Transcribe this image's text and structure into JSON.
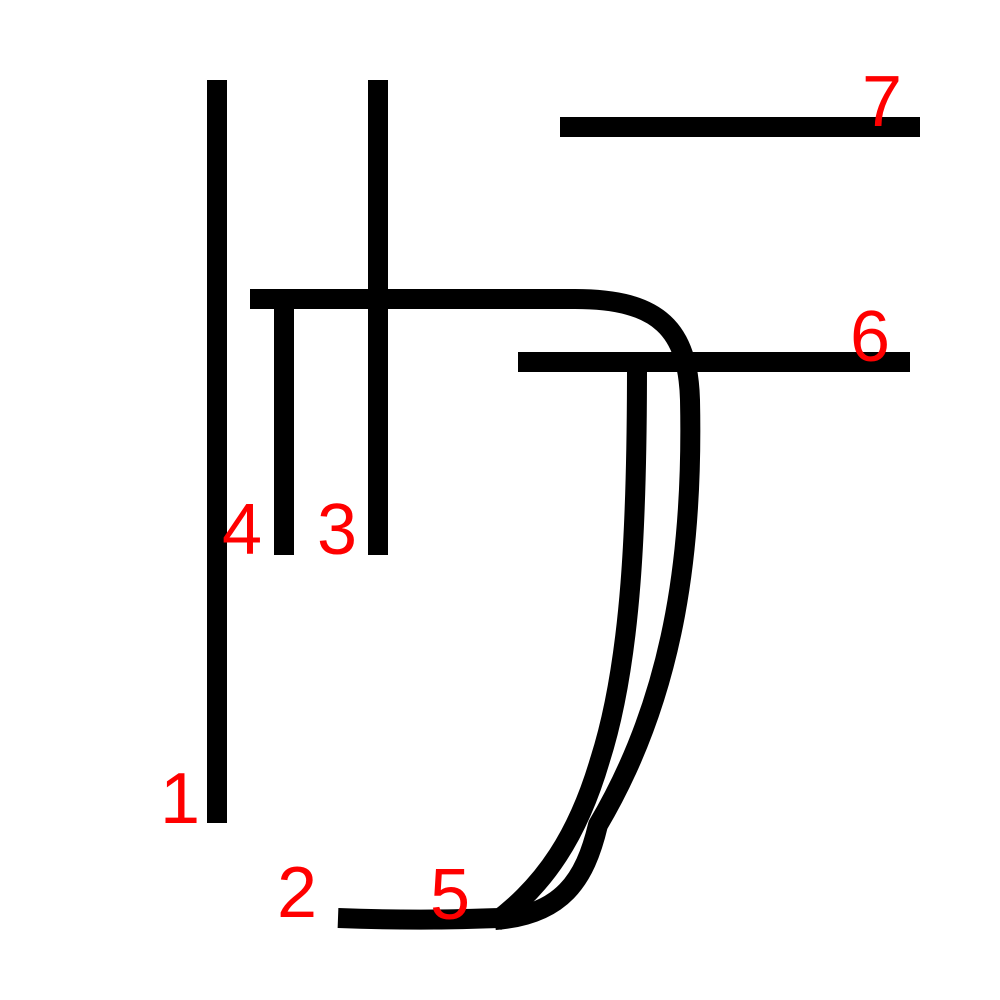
{
  "colors": {
    "background": "#ffffff",
    "stroke": "#000000",
    "label": "#ff0000"
  },
  "strokes": [
    {
      "number": "1"
    },
    {
      "number": "2"
    },
    {
      "number": "3"
    },
    {
      "number": "4"
    },
    {
      "number": "5"
    },
    {
      "number": "6"
    },
    {
      "number": "7"
    }
  ]
}
